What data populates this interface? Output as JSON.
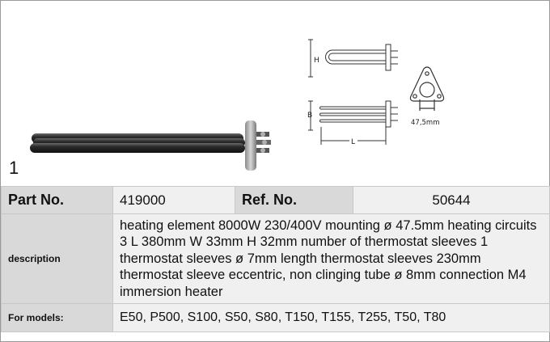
{
  "item_number": "1",
  "diagram": {
    "label_h": "H",
    "label_b": "B",
    "label_l": "L",
    "flange_dimension": "47,5mm"
  },
  "table": {
    "part_no_label": "Part No.",
    "part_no_value": "419000",
    "ref_no_label": "Ref. No.",
    "ref_no_value": "50644",
    "description_label": "description",
    "description_value": "heating element  8000W 230/400V mounting ø 47.5mm heating circuits 3 L 380mm W 33mm H 32mm number of thermostat sleeves 1 thermostat sleeves ø 7mm length thermostat sleeves 230mm thermostat sleeve eccentric, non clinging tube ø 8mm connection M4 immersion heater",
    "models_label": "For models:",
    "models_value": "E50, P500, S100, S50, S80, T150, T155, T255, T50, T80"
  },
  "colors": {
    "label_bg": "#d9d9d9",
    "value_bg": "#f0f0f0",
    "border": "#c8c8c8"
  }
}
